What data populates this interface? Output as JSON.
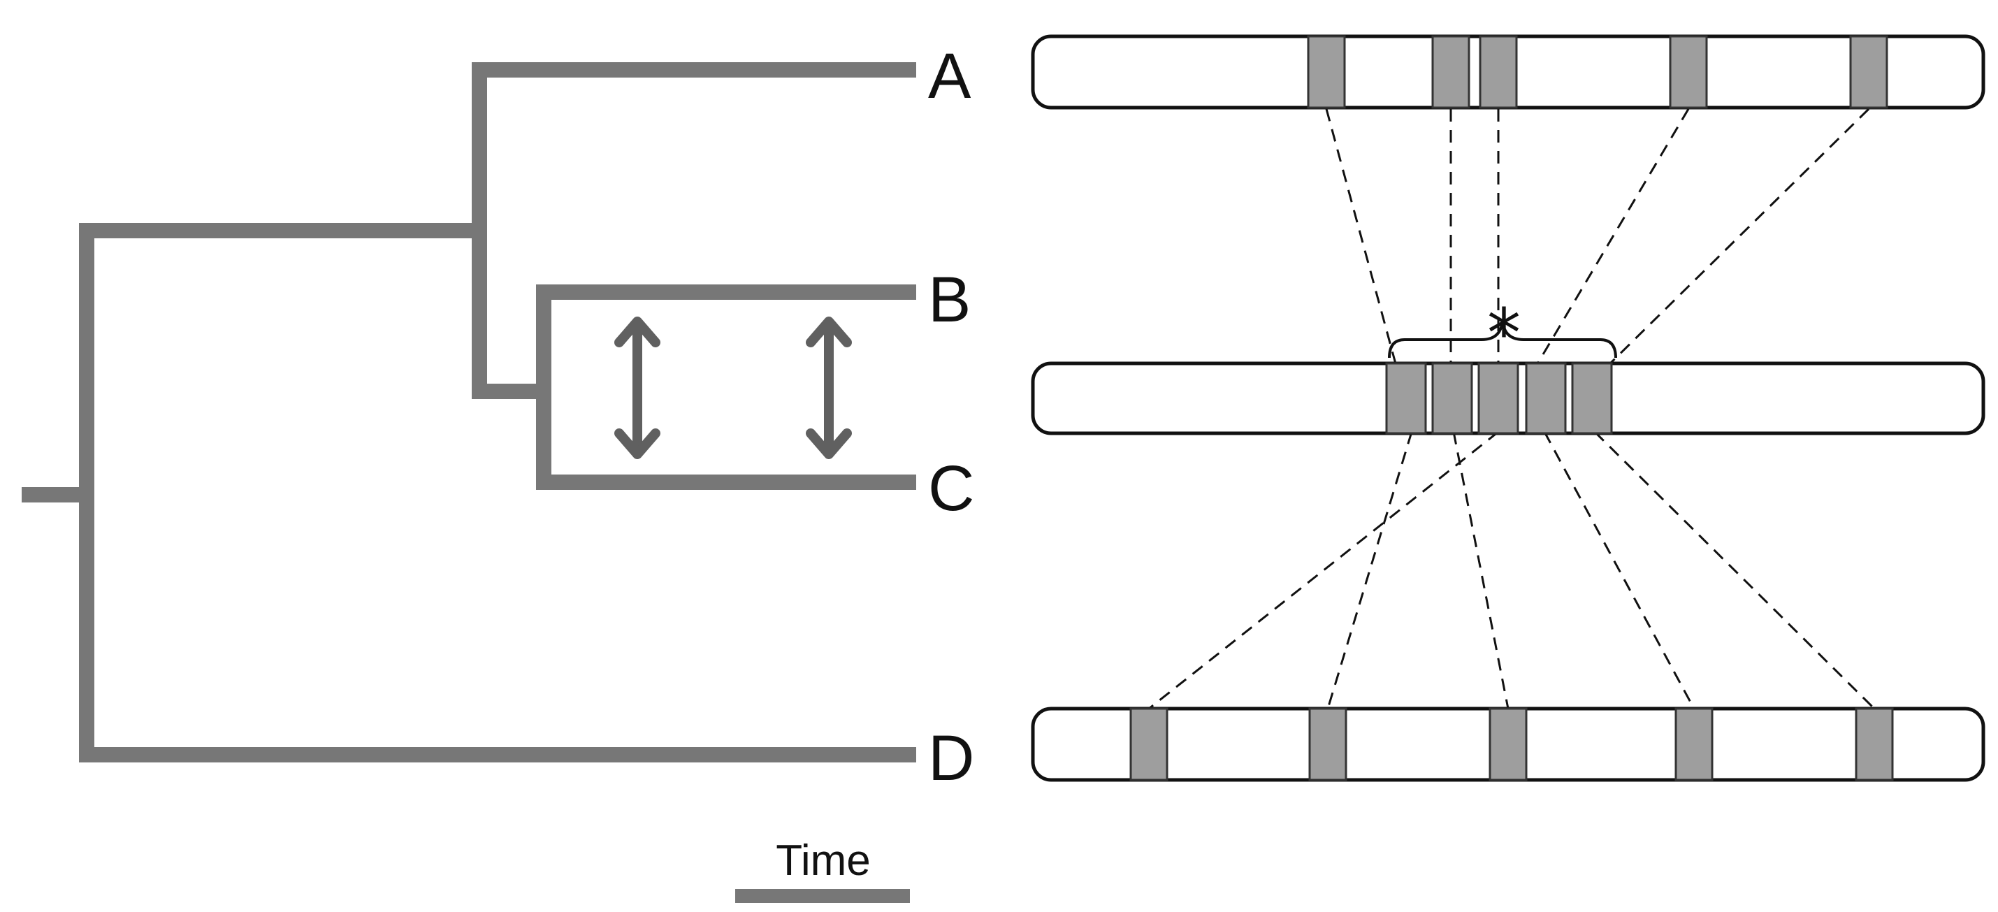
{
  "colors": {
    "tree": "#777777",
    "arrow": "#606060",
    "block_fill": "#9e9e9e"
  },
  "taxa": {
    "a": "A",
    "b": "B",
    "c": "C",
    "d": "D"
  },
  "annotation": {
    "asterisk": "*"
  },
  "scale_bar": {
    "label": "Time"
  }
}
